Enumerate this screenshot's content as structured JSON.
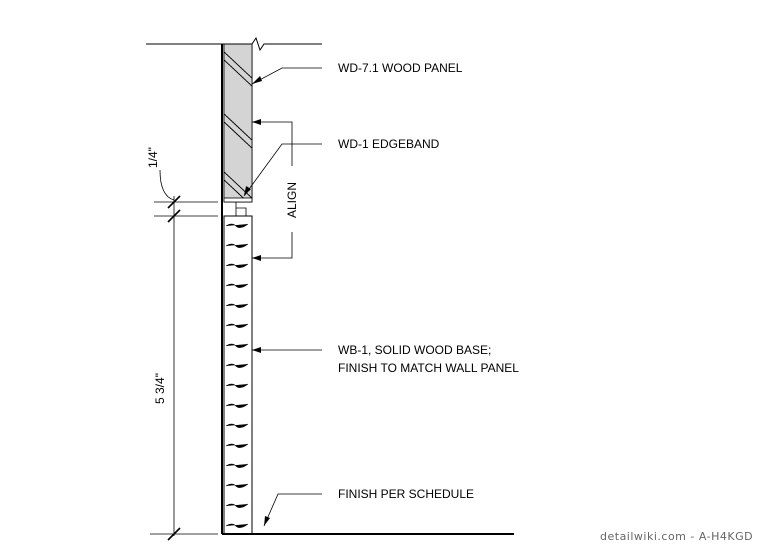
{
  "labels": {
    "wood_panel": "WD-7.1 WOOD PANEL",
    "edgeband": "WD-1 EDGEBAND",
    "align": "ALIGN",
    "base_line1": "WB-1, SOLID WOOD BASE;",
    "base_line2": "FINISH TO MATCH WALL PANEL",
    "finish": "FINISH PER SCHEDULE"
  },
  "dimensions": {
    "gap": "1/4\"",
    "base_height": "5 3/4\""
  },
  "watermark": "detailwiki.com - A-H4KGD"
}
